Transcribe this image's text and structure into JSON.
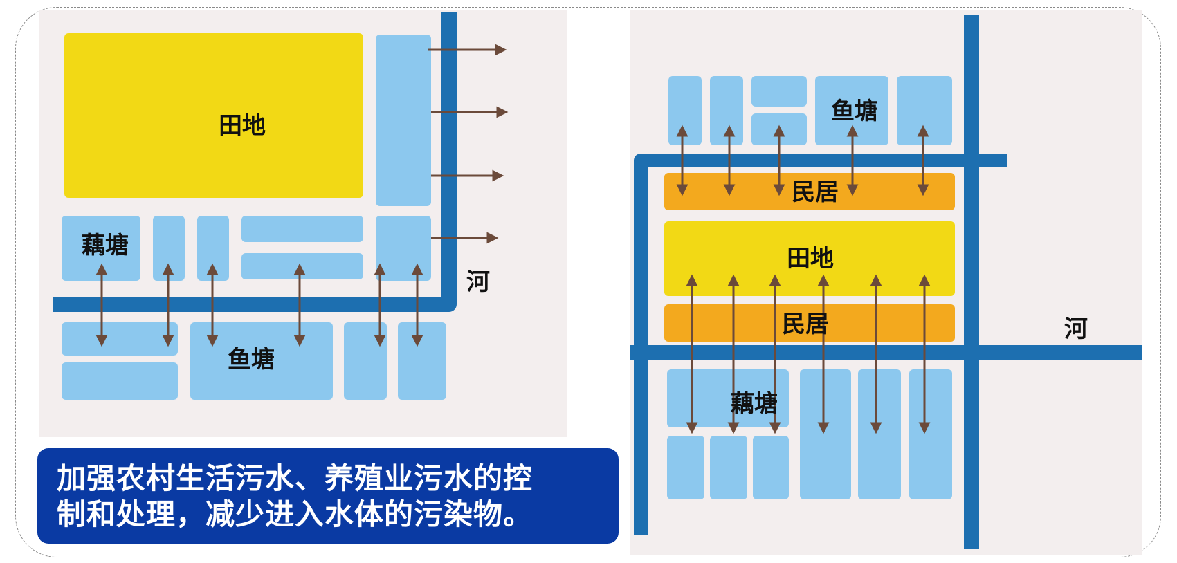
{
  "colors": {
    "background": "#ffffff",
    "paper": "#f3eeee",
    "pond": "#8cc8ee",
    "river": "#1d6fb0",
    "field": "#f2d915",
    "residence": "#f3a91e",
    "caption_bg": "#0a3aa3",
    "caption_text": "#ffffff",
    "arrow": "#6b4a3a"
  },
  "left_diagram": {
    "field": "田地",
    "lotus_pond": "藕塘",
    "fish_pond": "鱼塘",
    "river": "河"
  },
  "right_diagram": {
    "fish_pond": "鱼塘",
    "residence_top": "民居",
    "field": "田地",
    "residence_bottom": "民居",
    "river": "河",
    "lotus_pond": "藕塘"
  },
  "caption": {
    "line1": "加强农村生活污水、养殖业污水的控",
    "line2": "制和处理，减少进入水体的污染物。"
  }
}
